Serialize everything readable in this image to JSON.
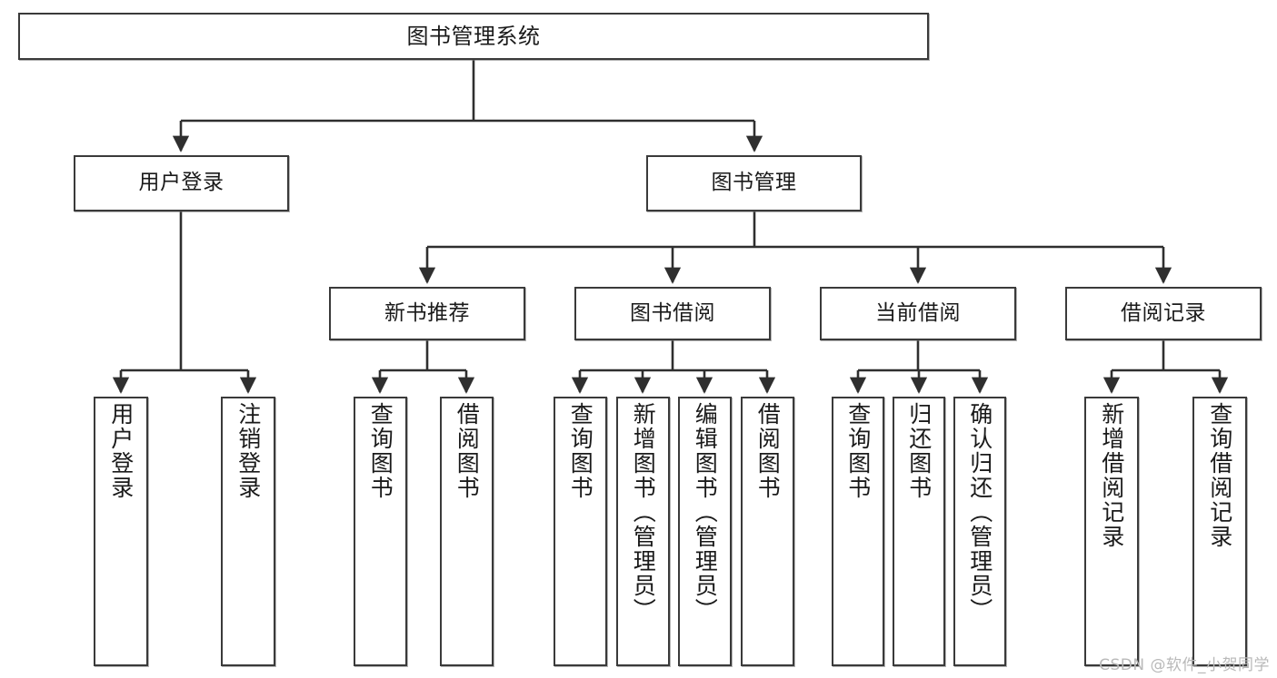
{
  "diagram": {
    "title": "图书管理系统",
    "type": "hierarchy-tree",
    "watermark": "CSDN @软件_小贺同学",
    "colors": {
      "box_border": "#3a3a3a",
      "box_fill": "#ffffff",
      "edge": "#2f2f2f",
      "text": "#1a1a1a",
      "watermark": "#b9b9b9"
    },
    "levels": [
      {
        "level": 1,
        "nodes": [
          {
            "id": "root",
            "label": "图书管理系统",
            "orientation": "horizontal"
          }
        ]
      },
      {
        "level": 2,
        "nodes": [
          {
            "id": "user-login",
            "label": "用户登录",
            "orientation": "horizontal",
            "parent": "root"
          },
          {
            "id": "book-manage",
            "label": "图书管理",
            "orientation": "horizontal",
            "parent": "root"
          }
        ]
      },
      {
        "level": 3,
        "nodes": [
          {
            "id": "new-book-rec",
            "label": "新书推荐",
            "orientation": "horizontal",
            "parent": "book-manage"
          },
          {
            "id": "book-borrow",
            "label": "图书借阅",
            "orientation": "horizontal",
            "parent": "book-manage"
          },
          {
            "id": "current-borrow",
            "label": "当前借阅",
            "orientation": "horizontal",
            "parent": "book-manage"
          },
          {
            "id": "borrow-record",
            "label": "借阅记录",
            "orientation": "horizontal",
            "parent": "book-manage"
          }
        ]
      },
      {
        "level": 4,
        "nodes": [
          {
            "id": "leaf-user-login",
            "label": "用户登录",
            "orientation": "vertical",
            "parent": "user-login"
          },
          {
            "id": "leaf-logout-login",
            "label": "注销登录",
            "orientation": "vertical",
            "parent": "user-login"
          },
          {
            "id": "leaf-query-book-1",
            "label": "查询图书",
            "orientation": "vertical",
            "parent": "new-book-rec"
          },
          {
            "id": "leaf-borrow-book-1",
            "label": "借阅图书",
            "orientation": "vertical",
            "parent": "new-book-rec"
          },
          {
            "id": "leaf-query-book-2",
            "label": "查询图书",
            "orientation": "vertical",
            "parent": "book-borrow"
          },
          {
            "id": "leaf-add-book",
            "label": "新增图书（管理员）",
            "orientation": "vertical",
            "parent": "book-borrow"
          },
          {
            "id": "leaf-edit-book",
            "label": "编辑图书（管理员）",
            "orientation": "vertical",
            "parent": "book-borrow"
          },
          {
            "id": "leaf-borrow-book-2",
            "label": "借阅图书",
            "orientation": "vertical",
            "parent": "book-borrow"
          },
          {
            "id": "leaf-query-book-3",
            "label": "查询图书",
            "orientation": "vertical",
            "parent": "current-borrow"
          },
          {
            "id": "leaf-return-book",
            "label": "归还图书",
            "orientation": "vertical",
            "parent": "current-borrow"
          },
          {
            "id": "leaf-confirm-return",
            "label": "确认归还（管理员）",
            "orientation": "vertical",
            "parent": "current-borrow"
          },
          {
            "id": "leaf-add-record",
            "label": "新增借阅记录",
            "orientation": "vertical",
            "parent": "borrow-record"
          },
          {
            "id": "leaf-query-record",
            "label": "查询借阅记录",
            "orientation": "vertical",
            "parent": "borrow-record"
          }
        ]
      }
    ]
  }
}
